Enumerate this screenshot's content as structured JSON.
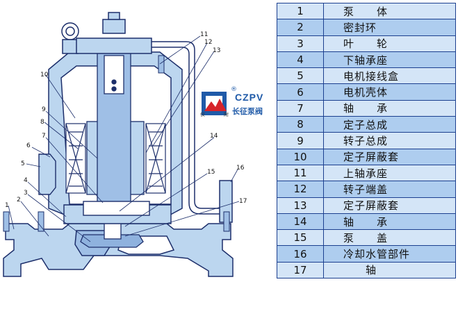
{
  "logo": {
    "registered": "®",
    "brand": "CZPV",
    "name_zh": "长征泵阀",
    "small_left": "仪",
    "small_right": "附"
  },
  "callouts": [
    "1",
    "2",
    "3",
    "4",
    "5",
    "6",
    "7",
    "8",
    "9",
    "10",
    "11",
    "12",
    "13",
    "14",
    "15",
    "16",
    "17"
  ],
  "parts": [
    {
      "num": "1",
      "name": "泵　　体"
    },
    {
      "num": "2",
      "name": "密封环"
    },
    {
      "num": "3",
      "name": "叶　　轮"
    },
    {
      "num": "4",
      "name": "下轴承座"
    },
    {
      "num": "5",
      "name": "电机接线盒"
    },
    {
      "num": "6",
      "name": "电机壳体"
    },
    {
      "num": "7",
      "name": "轴　　承"
    },
    {
      "num": "8",
      "name": "定子总成"
    },
    {
      "num": "9",
      "name": "转子总成"
    },
    {
      "num": "10",
      "name": "定子屏蔽套"
    },
    {
      "num": "11",
      "name": "上轴承座"
    },
    {
      "num": "12",
      "name": "转子端盖"
    },
    {
      "num": "13",
      "name": "定子屏蔽套"
    },
    {
      "num": "14",
      "name": "轴　　承"
    },
    {
      "num": "15",
      "name": "泵　　盖"
    },
    {
      "num": "16",
      "name": "冷却水管部件"
    },
    {
      "num": "17",
      "name": "　　轴"
    }
  ]
}
